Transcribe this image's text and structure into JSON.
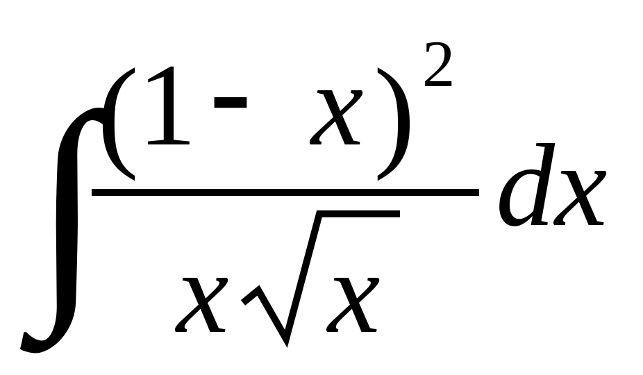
{
  "formula": {
    "integral_sign": "∫",
    "numerator": {
      "open_paren": "(",
      "one": "1",
      "minus": "-",
      "x": "x",
      "close_paren": ")",
      "exponent": "2"
    },
    "denominator": {
      "x": "x",
      "radical_sign": "√",
      "radicand": "x"
    },
    "differential": "dx"
  }
}
